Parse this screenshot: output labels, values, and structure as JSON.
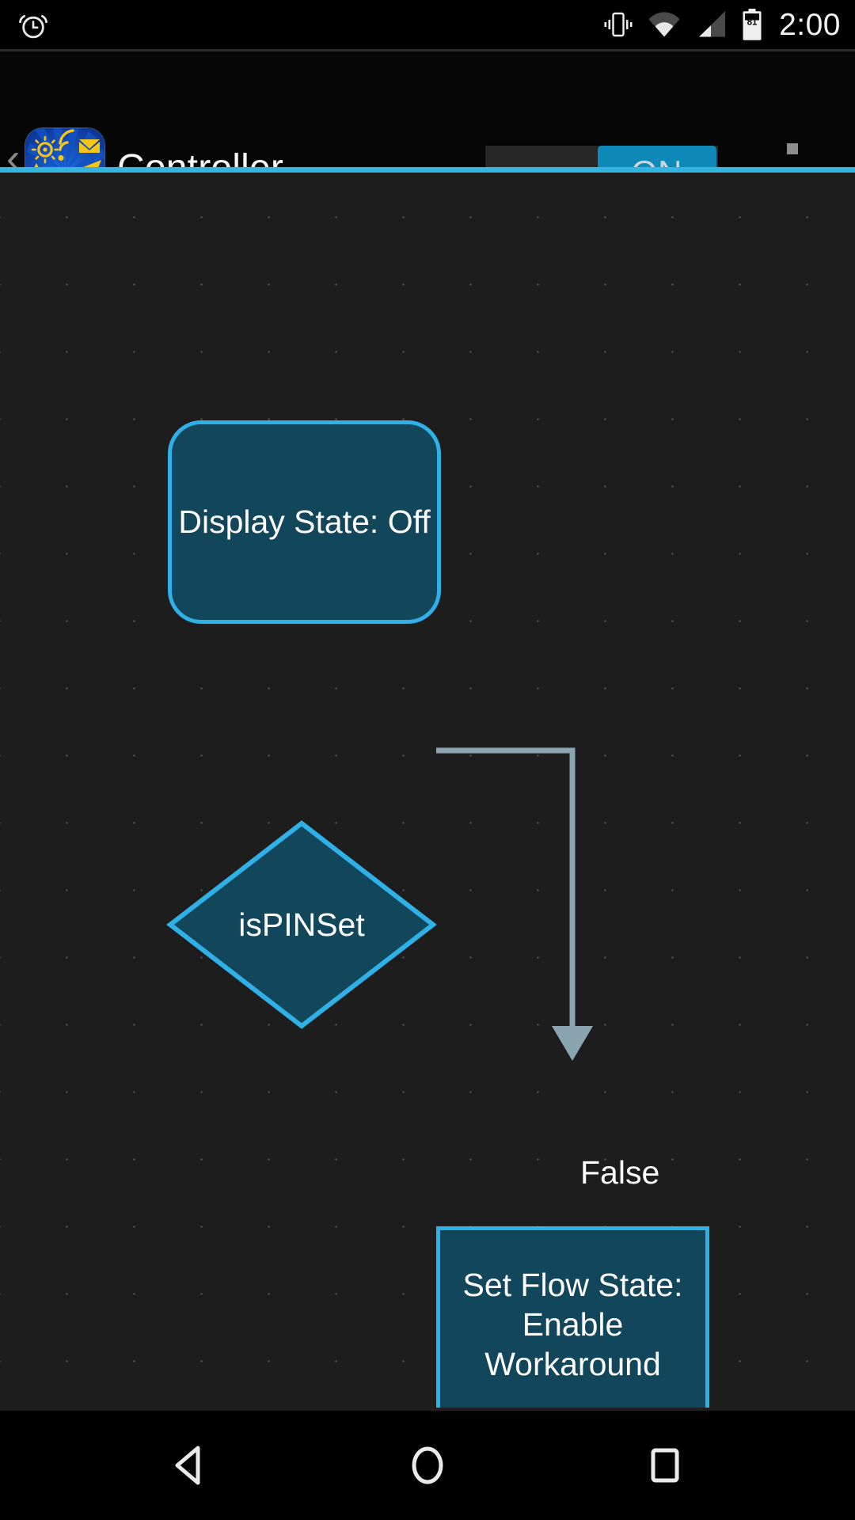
{
  "status_bar": {
    "alarm_icon": "alarm-clock-icon",
    "vibrate_icon": "vibrate-icon",
    "wifi_icon": "wifi-icon",
    "signal_icon": "cell-signal-icon",
    "battery_icon": "battery-icon",
    "battery_level": "81",
    "clock": "2:00"
  },
  "app_bar": {
    "up_chevron": "‹",
    "app_icon": "automate-magic-wand-icon",
    "title": "Controller",
    "toggle": {
      "label": "ON",
      "state": "on",
      "accent": "#0f8ab8"
    },
    "overflow_icon": "overflow-menu-icon",
    "accent_color": "#34b5e0"
  },
  "canvas": {
    "background": "#1d1d1d",
    "grid_dot_color": "#575757",
    "node_fill": "#12465a",
    "node_border": "#2fb0e6",
    "edge_color": "#8aa5b0",
    "nodes": [
      {
        "id": "display-state",
        "shape": "rounded-rect",
        "text": "Display State: Off"
      },
      {
        "id": "decision",
        "shape": "diamond",
        "text": "isPINSet"
      },
      {
        "id": "set-flow",
        "shape": "rect",
        "text_lines": [
          "Set Flow State:",
          "Enable",
          "Workaround"
        ]
      }
    ],
    "edges": [
      {
        "from": "display-state",
        "to": "decision",
        "label": ""
      },
      {
        "from": "decision",
        "to": "set-flow",
        "label": "False"
      }
    ]
  },
  "nav_bar": {
    "back": "back-triangle-icon",
    "home": "home-circle-icon",
    "recents": "recents-square-icon"
  }
}
